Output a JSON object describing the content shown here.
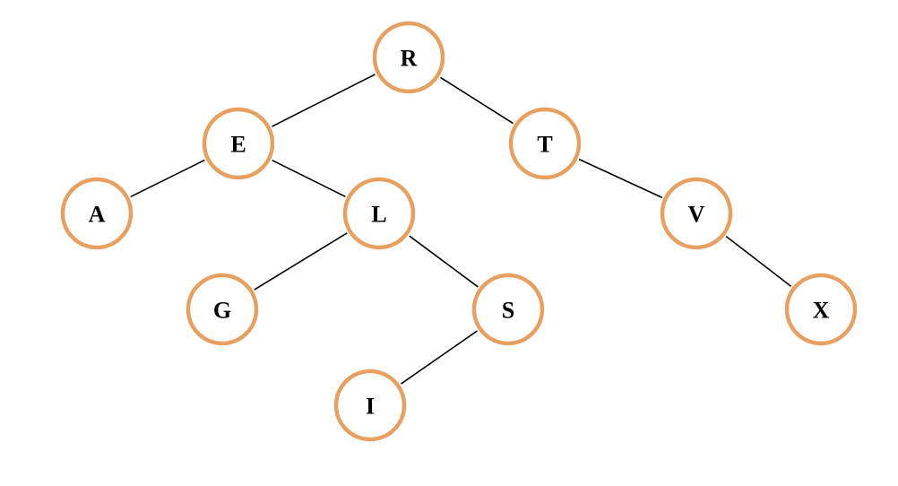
{
  "diagram": {
    "type": "binary-tree",
    "colors": {
      "node_stroke": "#e8a060",
      "edge": "#000000",
      "background": "#ffffff"
    },
    "nodes": [
      {
        "id": "R",
        "label": "R"
      },
      {
        "id": "E",
        "label": "E"
      },
      {
        "id": "T",
        "label": "T"
      },
      {
        "id": "A",
        "label": "A"
      },
      {
        "id": "L",
        "label": "L"
      },
      {
        "id": "V",
        "label": "V"
      },
      {
        "id": "G",
        "label": "G"
      },
      {
        "id": "S",
        "label": "S"
      },
      {
        "id": "X",
        "label": "X"
      },
      {
        "id": "I",
        "label": "I"
      }
    ],
    "edges": [
      {
        "from": "R",
        "to": "E"
      },
      {
        "from": "R",
        "to": "T"
      },
      {
        "from": "E",
        "to": "A"
      },
      {
        "from": "E",
        "to": "L"
      },
      {
        "from": "T",
        "to": "V"
      },
      {
        "from": "L",
        "to": "G"
      },
      {
        "from": "L",
        "to": "S"
      },
      {
        "from": "V",
        "to": "X"
      },
      {
        "from": "S",
        "to": "I"
      }
    ]
  }
}
